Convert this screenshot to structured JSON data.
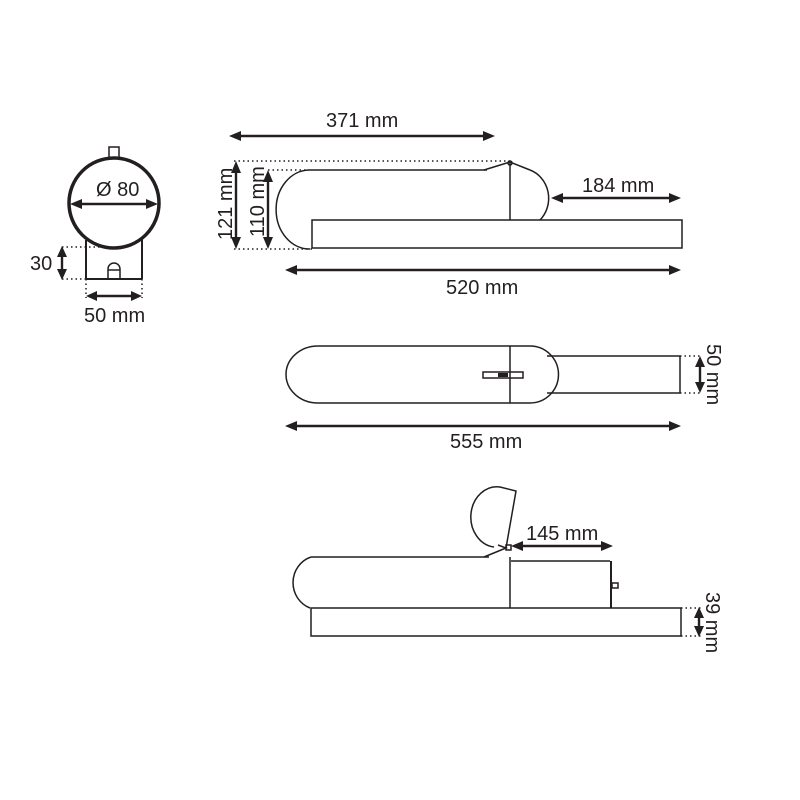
{
  "drawing": {
    "type": "technical-dimension-drawing",
    "line_color": "#231f20",
    "background": "#ffffff",
    "end_view": {
      "diameter_label": "Ø 80",
      "height_label": "30",
      "width_label": "50 mm"
    },
    "side_view": {
      "top_length_label": "371 mm",
      "overall_height_label": "121 mm",
      "body_height_label": "110 mm",
      "overhang_label": "184 mm",
      "base_length_label": "520 mm"
    },
    "top_view": {
      "width_label": "50 mm",
      "overall_length_label": "555 mm"
    },
    "open_view": {
      "compartment_label": "145 mm",
      "base_height_label": "39 mm"
    }
  }
}
